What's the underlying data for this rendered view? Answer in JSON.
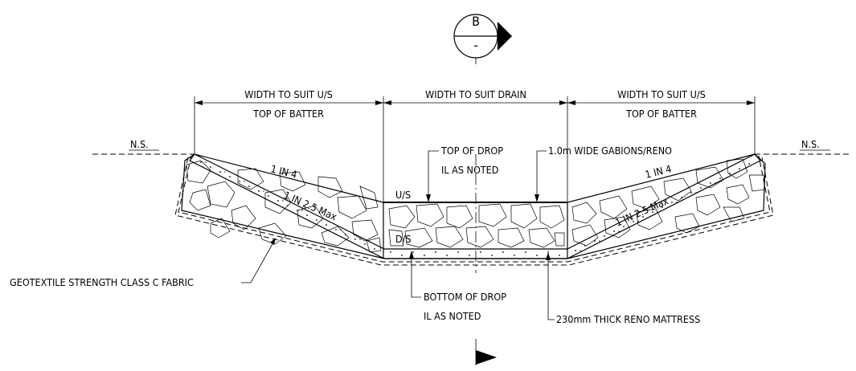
{
  "section_marker": {
    "letter": "B",
    "sheet": "-"
  },
  "dimensions": {
    "left_line1": "WIDTH TO SUIT U/S",
    "left_line2": "TOP OF BATTER",
    "center": "WIDTH TO SUIT DRAIN",
    "right_line1": "WIDTH TO SUIT U/S",
    "right_line2": "TOP OF BATTER"
  },
  "labels": {
    "ns_left": "N.S.",
    "ns_right": "N.S.",
    "slope_top_left": "1 IN 4",
    "slope_bottom_left": "1 IN 2.5 Max",
    "slope_top_right": "1 IN 4",
    "slope_bottom_right": "1 IN 2.5 Max",
    "us": "U/S",
    "ds": "D/S",
    "top_drop_line1": "TOP OF DROP",
    "top_drop_line2": "IL AS NOTED",
    "gabions": "1.0m WIDE GABIONS/RENO",
    "geotextile": "GEOTEXTILE STRENGTH CLASS C FABRIC",
    "bottom_drop_line1": "BOTTOM OF DROP",
    "bottom_drop_line2": "IL AS NOTED",
    "reno": "230mm THICK RENO MATTRESS"
  }
}
